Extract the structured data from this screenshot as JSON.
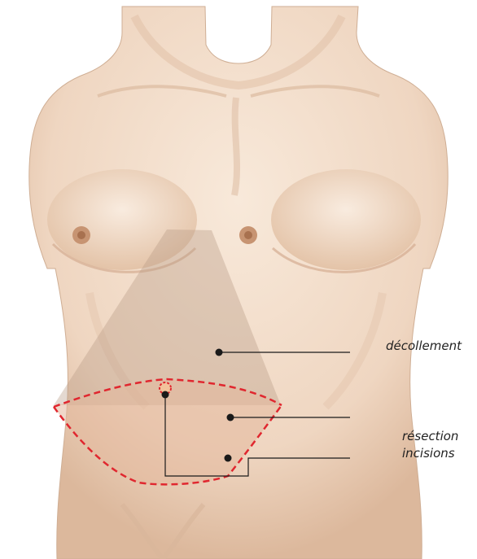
{
  "labels": {
    "decollement": "décollement",
    "resection": "résection",
    "incisions": "incisions"
  },
  "colors": {
    "skin_light": "#f7e6d6",
    "skin_mid": "#ecd0b8",
    "skin_shadow": "#d6b095",
    "nipple": "#b88461",
    "undermining_zone": "#b89a86",
    "resection_zone": "#e3b89c",
    "incision_line": "#e0272f",
    "leader_line": "#1a1a1a"
  }
}
